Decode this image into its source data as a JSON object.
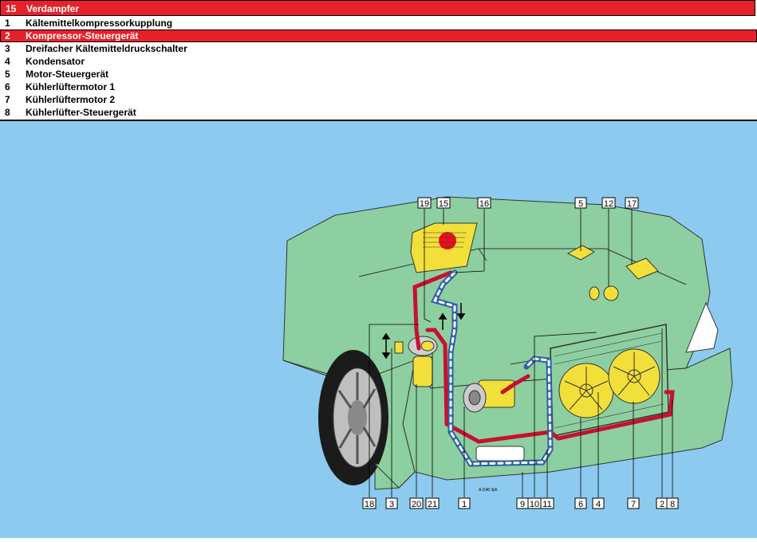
{
  "header": {
    "number": "15",
    "label": "Verdampfer"
  },
  "items": [
    {
      "number": "1",
      "label": "Kältemittelkompressorkupplung",
      "selected": false
    },
    {
      "number": "2",
      "label": "Kompressor-Steuergerät",
      "selected": true
    },
    {
      "number": "3",
      "label": "Dreifacher Kältemitteldruckschalter",
      "selected": false
    },
    {
      "number": "4",
      "label": "Kondensator",
      "selected": false
    },
    {
      "number": "5",
      "label": "Motor-Steuergerät",
      "selected": false
    },
    {
      "number": "6",
      "label": "Kühlerlüftermotor 1",
      "selected": false
    },
    {
      "number": "7",
      "label": "Kühlerlüftermotor 2",
      "selected": false
    },
    {
      "number": "8",
      "label": "Kühlerlüfter-Steuergerät",
      "selected": false
    }
  ],
  "callouts_top": [
    "19",
    "15",
    "16",
    "5",
    "12",
    "17"
  ],
  "callouts_bottom": [
    "18",
    "3",
    "20",
    "21",
    "1",
    "9",
    "10",
    "11",
    "6",
    "4",
    "7",
    "2",
    "8"
  ],
  "drawing_code": "A.D48 3p6",
  "colors": {
    "selection": "#e8202a",
    "background": "#8ccbef",
    "car_body": "#8dcfa0",
    "pipe_hot": "#c8102e",
    "pipe_cold": "#2f5fa6",
    "component": "#f2df3a"
  }
}
